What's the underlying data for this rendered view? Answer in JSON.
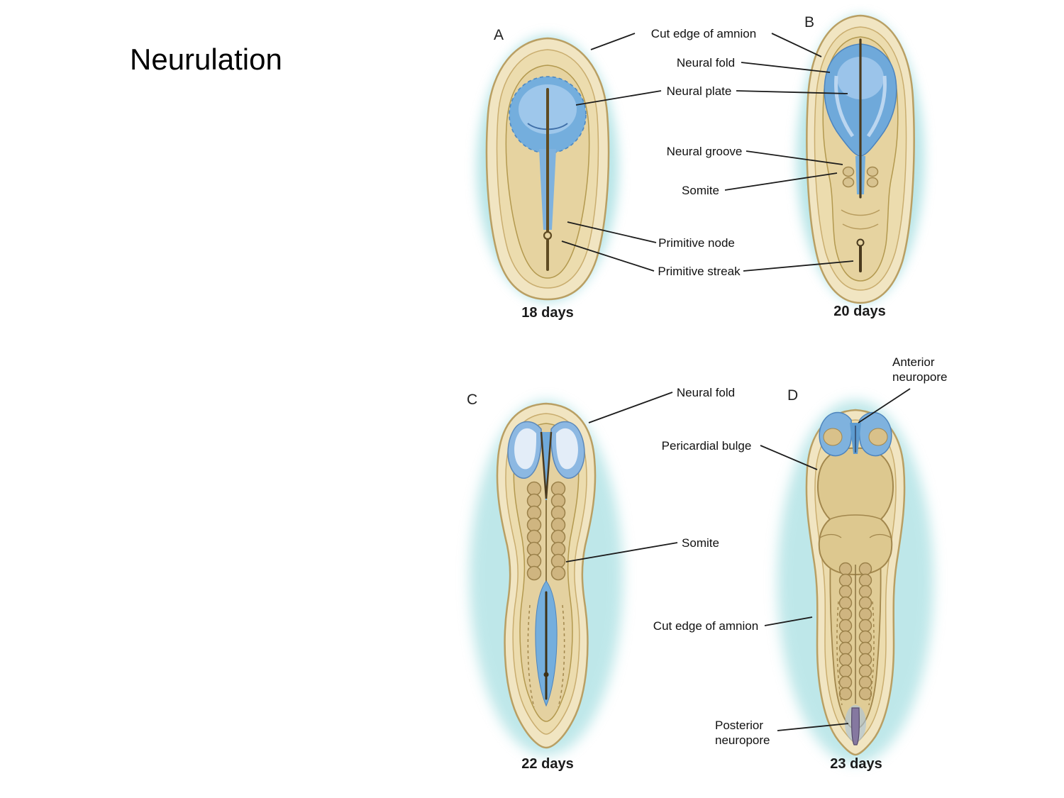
{
  "slide": {
    "title": "Neurulation"
  },
  "panels": [
    {
      "letter": "A",
      "caption": "18 days"
    },
    {
      "letter": "B",
      "caption": "20 days"
    },
    {
      "letter": "C",
      "caption": "22 days"
    },
    {
      "letter": "D",
      "caption": "23 days"
    }
  ],
  "labels": {
    "cut_edge_top": "Cut edge of amnion",
    "neural_fold_top": "Neural fold",
    "neural_plate": "Neural plate",
    "neural_groove": "Neural groove",
    "somite_top": "Somite",
    "primitive_node": "Primitive node",
    "primitive_streak": "Primitive streak",
    "neural_fold_bottom": "Neural fold",
    "pericardial_bulge": "Pericardial bulge",
    "somite_bottom": "Somite",
    "cut_edge_bottom": "Cut edge of amnion",
    "anterior_neuropore": "Anterior neuropore",
    "posterior_neuropore": "Posterior neuropore"
  },
  "colors": {
    "background": "#ffffff",
    "glow": "#7fd0d4",
    "amnion_fill": "#f1e5c2",
    "amnion_inner": "#ecdcae",
    "amnion_stroke": "#b99f63",
    "embryo_fill": "#e6d3a0",
    "neural_blue": "#6fa9da",
    "neural_blue_light": "#a6cbed",
    "somite_fill": "#cfb580",
    "somite_stroke": "#9a8049",
    "midline_dark": "#5f4b22",
    "neuropore_purple": "#8578a0",
    "label_color": "#111111"
  }
}
